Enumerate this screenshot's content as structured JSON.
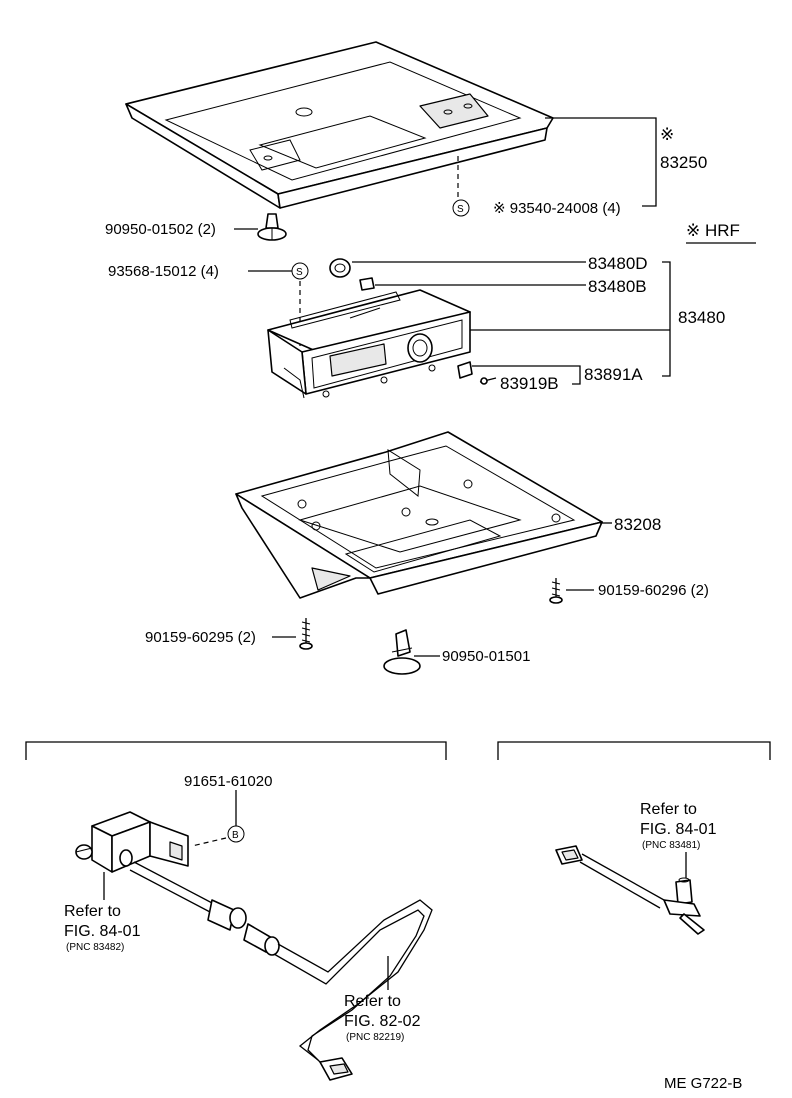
{
  "labels": {
    "p83250_mark": "※",
    "p83250": "83250",
    "p93540": "※ 93540-24008 (4)",
    "p93540_marker": "S",
    "hrf": "※ HRF",
    "p90950_01502": "90950-01502 (2)",
    "p93568": "93568-15012 (4)",
    "p93568_marker": "S",
    "p83480D": "83480D",
    "p83480B": "83480B",
    "p83480": "83480",
    "p83919B": "83919B",
    "p83891A": "83891A",
    "p83208": "83208",
    "p90159_60296": "90159-60296 (2)",
    "p90159_60295": "90159-60295 (2)",
    "p90950_01501": "90950-01501",
    "p91651": "91651-61020",
    "p91651_marker": "B"
  },
  "refs": {
    "left_refer_to": "Refer to",
    "left_fig": "FIG. 84-01",
    "left_pnc": "(PNC 83482)",
    "mid_refer_to": "Refer to",
    "mid_fig": "FIG. 82-02",
    "mid_pnc": "(PNC 82219)",
    "right_refer_to": "Refer to",
    "right_fig": "FIG. 84-01",
    "right_pnc": "(PNC 83481)"
  },
  "footer": {
    "code": "ME  G722-B"
  }
}
